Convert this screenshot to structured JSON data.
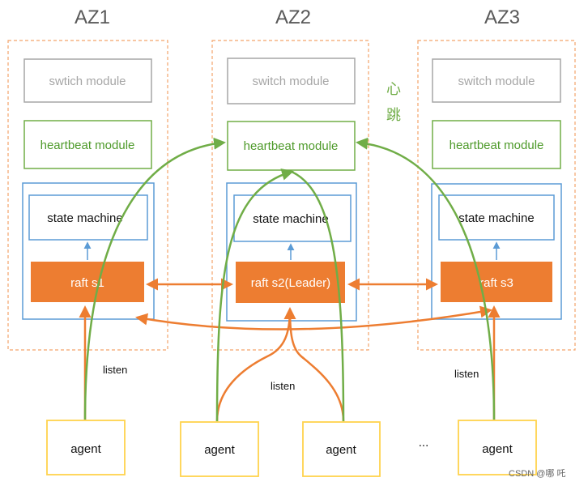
{
  "zones": [
    {
      "title": "AZ1",
      "switch": "swtich module",
      "heartbeat": "heartbeat module",
      "state": "state machine",
      "raft": "raft s1"
    },
    {
      "title": "AZ2",
      "switch": "switch module",
      "heartbeat": "heartbeat module",
      "state": "state machine",
      "raft": "raft s2(Leader)"
    },
    {
      "title": "AZ3",
      "switch": "switch module",
      "heartbeat": "heartbeat module",
      "state": "state machine",
      "raft": "raft s3"
    }
  ],
  "heartbeat_label": "心跳",
  "listen_labels": [
    "listen",
    "listen",
    "listen"
  ],
  "agents": [
    "agent",
    "agent",
    "agent",
    "agent"
  ],
  "ellipsis": "...",
  "watermark": "CSDN @哪 吒",
  "colors": {
    "zone_border": "#f4a46a",
    "switch_border": "#a6a6a6",
    "switch_text": "#a6a6a6",
    "heartbeat_border": "#70ad47",
    "heartbeat_text": "#4e9a2a",
    "blue_border": "#5b9bd5",
    "raft_fill": "#ed7d31",
    "agent_border": "#ffd34d",
    "arrow_orange": "#ed7d31",
    "arrow_green": "#70ad47"
  }
}
